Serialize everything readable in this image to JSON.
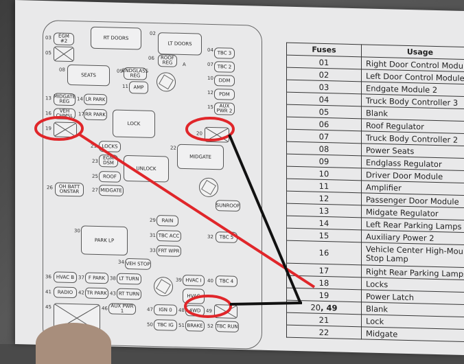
{
  "diagram": {
    "fuse_boxes": [
      {
        "id": "03",
        "label": "EGM #2"
      },
      {
        "id": "05",
        "label": ""
      },
      {
        "id": "",
        "label": "RT DOORS"
      },
      {
        "id": "02",
        "label": ""
      },
      {
        "id": "",
        "label": "LT DOORS"
      },
      {
        "id": "",
        "label": "TBC 3"
      },
      {
        "id": "04",
        "label": ""
      },
      {
        "id": "06",
        "label": "ROOF REG"
      },
      {
        "id": "07",
        "label": "TBC 2"
      },
      {
        "id": "08",
        "label": "SEATS"
      },
      {
        "id": "09",
        "label": "ENDGLASS REG"
      },
      {
        "id": "10",
        "label": "DDM"
      },
      {
        "id": "11",
        "label": "AMP"
      },
      {
        "id": "12",
        "label": "PDM"
      },
      {
        "id": "13",
        "label": "MIDGATE REG"
      },
      {
        "id": "14",
        "label": "LR PARK"
      },
      {
        "id": "15",
        "label": "AUX PWR 2"
      },
      {
        "id": "16",
        "label": "VEH CHMSL"
      },
      {
        "id": "17",
        "label": "RR PARK"
      },
      {
        "id": "",
        "label": "LOCK"
      },
      {
        "id": "19",
        "label": ""
      },
      {
        "id": "20",
        "label": ""
      },
      {
        "id": "21",
        "label": "LOCKS"
      },
      {
        "id": "22",
        "label": "MIDGATE"
      },
      {
        "id": "23",
        "label": "EGM DSM"
      },
      {
        "id": "",
        "label": "UNLOCK"
      },
      {
        "id": "25",
        "label": "ROOF"
      },
      {
        "id": "26",
        "label": "OH BATT ONSTAR"
      },
      {
        "id": "27",
        "label": "MIDGATE"
      },
      {
        "id": "",
        "label": "SUNROOF"
      },
      {
        "id": "29",
        "label": "RAIN"
      },
      {
        "id": "30",
        "label": "PARK LP"
      },
      {
        "id": "31",
        "label": "TBC ACC"
      },
      {
        "id": "32",
        "label": "TBC 5"
      },
      {
        "id": "33",
        "label": "FRT WPR"
      },
      {
        "id": "34",
        "label": "VEH STOP"
      },
      {
        "id": "36",
        "label": "HVAC B"
      },
      {
        "id": "37",
        "label": "F PARK"
      },
      {
        "id": "38",
        "label": "LT TURN"
      },
      {
        "id": "39",
        "label": "HVAC I"
      },
      {
        "id": "40",
        "label": "TBC 4"
      },
      {
        "id": "41",
        "label": "RADIO"
      },
      {
        "id": "42",
        "label": "TR PARK"
      },
      {
        "id": "43",
        "label": "RT TURN"
      },
      {
        "id": "",
        "label": "HVAC"
      },
      {
        "id": "45",
        "label": ""
      },
      {
        "id": "46",
        "label": "AUX PWR 1"
      },
      {
        "id": "47",
        "label": "IGN 0"
      },
      {
        "id": "48",
        "label": "4WD"
      },
      {
        "id": "49",
        "label": ""
      },
      {
        "id": "50",
        "label": "TBC IG"
      },
      {
        "id": "51",
        "label": "BRAKE"
      },
      {
        "id": "52",
        "label": "TBC RUN"
      },
      {
        "id": "",
        "label": "A"
      }
    ]
  },
  "table": {
    "header_fuses": "Fuses",
    "header_usage": "Usage",
    "rows": [
      {
        "fuse": "01",
        "usage": "Right Door Control Module"
      },
      {
        "fuse": "02",
        "usage": "Left Door Control Module"
      },
      {
        "fuse": "03",
        "usage": "Endgate Module 2"
      },
      {
        "fuse": "04",
        "usage": "Truck Body Controller 3"
      },
      {
        "fuse": "05",
        "usage": "Blank"
      },
      {
        "fuse": "06",
        "usage": "Roof Regulator"
      },
      {
        "fuse": "07",
        "usage": "Truck Body Controller 2"
      },
      {
        "fuse": "08",
        "usage": "Power Seats"
      },
      {
        "fuse": "09",
        "usage": "Endglass Regulator"
      },
      {
        "fuse": "10",
        "usage": "Driver Door Module"
      },
      {
        "fuse": "11",
        "usage": "Amplifier"
      },
      {
        "fuse": "12",
        "usage": "Passenger Door Module"
      },
      {
        "fuse": "13",
        "usage": "Midgate Regulator"
      },
      {
        "fuse": "14",
        "usage": "Left Rear Parking Lamps"
      },
      {
        "fuse": "15",
        "usage": "Auxiliary Power 2"
      },
      {
        "fuse": "16",
        "usage": "Vehicle Center High-Mount Stop Lamp"
      },
      {
        "fuse": "17",
        "usage": "Right Rear Parking Lamps"
      },
      {
        "fuse": "18",
        "usage": "Locks"
      },
      {
        "fuse": "19",
        "usage": "Power Latch"
      },
      {
        "fuse": "20",
        "usage": "Blank",
        "annotation": ", 49"
      },
      {
        "fuse": "21",
        "usage": "Lock"
      },
      {
        "fuse": "22",
        "usage": "Midgate"
      }
    ]
  },
  "colors": {
    "annotation_red": "#e0262a",
    "annotation_black": "#111111",
    "paper": "#e9e9ea"
  }
}
